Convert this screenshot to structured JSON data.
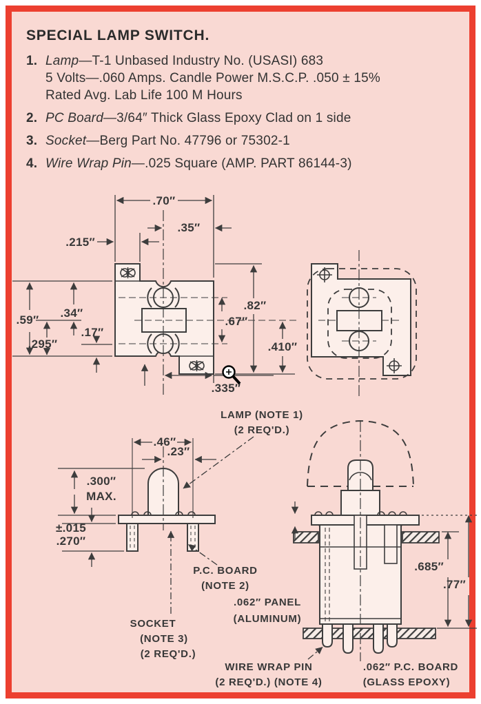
{
  "frame": {
    "paper": "#ffffff",
    "background": "#f9d9d3",
    "border_color": "#ec4030"
  },
  "title": "SPECIAL LAMP SWITCH.",
  "notes": [
    {
      "num": "1.",
      "term": "Lamp",
      "rest": "—T-1 Unbased Industry No. (USASI) 683",
      "line2": "5 Volts—.060 Amps. Candle Power M.S.C.P. .050 ± 15%",
      "line3": "Rated Avg. Lab Life 100 M Hours"
    },
    {
      "num": "2.",
      "term": "PC Board",
      "rest": "—3/64″ Thick Glass Epoxy Clad on 1 side"
    },
    {
      "num": "3.",
      "term": "Socket",
      "rest": "—Berg Part No. 47796 or 75302-1"
    },
    {
      "num": "4.",
      "term": "Wire Wrap Pin",
      "rest": "—.025 Square  (AMP. PART 86144-3)"
    }
  ],
  "front_view": {
    "dims": {
      "d70": ".70″",
      "d35": ".35″",
      "d215": ".215″",
      "d59": ".59″",
      "d34": ".34″",
      "d295": ".295″",
      "d17": ".17″",
      "d82": ".82″",
      "d67": ".67″",
      "d410": ".410″",
      "d335": ".335″"
    }
  },
  "assembly_left": {
    "dims": {
      "d46": ".46″",
      "d23": ".23″",
      "d300": ".300″",
      "dmax": "MAX.",
      "dtol": "±.015",
      "d270": ".270″"
    },
    "labels": {
      "lamp1": "LAMP (NOTE 1)",
      "lamp2": "(2 REQ'D.)",
      "pcb1": "P.C. BOARD",
      "pcb2": "(NOTE 2)",
      "socket1": "SOCKET",
      "socket2": "(NOTE 3)",
      "socket3": "(2 REQ'D.)"
    }
  },
  "assembly_right": {
    "dims": {
      "d685": ".685″",
      "d77": ".77″"
    },
    "labels": {
      "panel1": ".062″ PANEL",
      "panel2": "(ALUMINUM)",
      "wire1": "WIRE WRAP PIN",
      "wire2": "(2 REQ'D.) (NOTE 4)",
      "board1": ".062″ P.C. BOARD",
      "board2": "(GLASS EPOXY)"
    }
  },
  "icons": {
    "cursor": "zoom-in-cursor"
  }
}
